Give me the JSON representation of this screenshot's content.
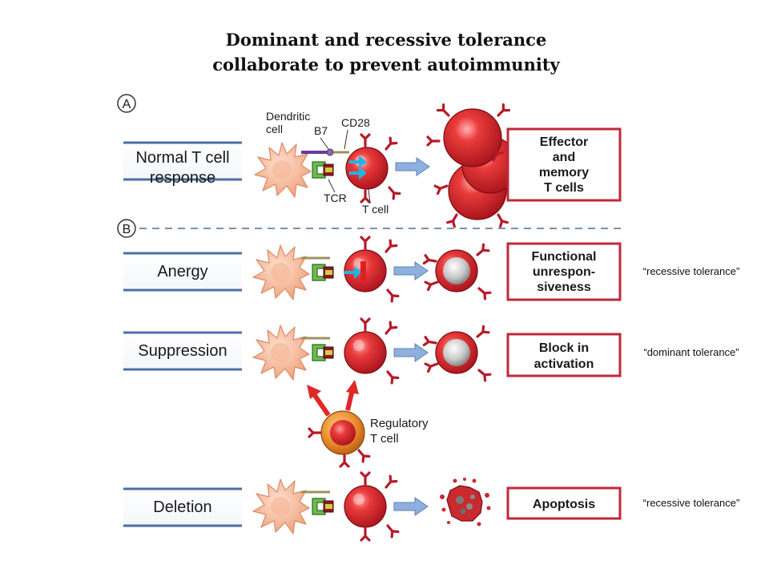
{
  "title": {
    "line1": "Dominant and recessive tolerance",
    "line2": "collaborate to prevent autoimmunity"
  },
  "panel_a": {
    "letter": "A",
    "row_label": [
      "Normal T cell",
      "response"
    ],
    "labels": {
      "dendritic_cell": [
        "Dendritic",
        "cell"
      ],
      "b7": "B7",
      "cd28": "CD28",
      "tcr": "TCR",
      "t_cell": "T cell"
    },
    "outcome": [
      "Effector",
      "and",
      "memory",
      "T cells"
    ]
  },
  "panel_b": {
    "letter": "B",
    "rows": [
      {
        "label": "Anergy",
        "outcome": [
          "Functional",
          "unrespon-",
          "siveness"
        ],
        "note": "“recessive tolerance”"
      },
      {
        "label": "Suppression",
        "outcome": [
          "Block in",
          "activation"
        ],
        "note": "“dominant tolerance”"
      },
      {
        "label": "Deletion",
        "outcome": [
          "Apoptosis"
        ],
        "note": "“recessive tolerance”"
      }
    ],
    "regulatory_label": [
      "Regulatory",
      "T cell"
    ]
  },
  "colors": {
    "box_border": "#c0283a",
    "cell_red": "#d8252b",
    "receptor_red": "#b8192a",
    "dendritic": "#f4b08e",
    "arrow_blue": "#8fb0dc",
    "label_line": "#4a6fa8",
    "regulatory_orange": "#e07b20",
    "inhibit_red": "#e02020",
    "cyan_arrow": "#1fb5e6"
  }
}
